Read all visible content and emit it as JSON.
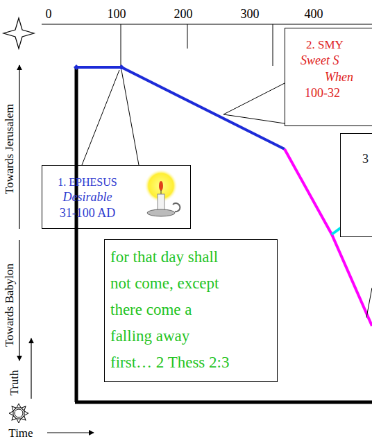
{
  "diagram": {
    "nodes": [
      {
        "text": [
          "1. EPHESUS",
          "Desirable",
          "31-100 AD"
        ]
      },
      {
        "text": [
          "2. SMY",
          "Sweet S",
          "When",
          "100-32"
        ]
      },
      {
        "text": [
          "3"
        ]
      },
      {
        "text": [
          "for that day shall not come, except there come a falling away first… 2 Thess 2:3"
        ]
      }
    ],
    "labels": [
      "0",
      "100",
      "200",
      "300",
      "400",
      "Towards Jerusalem",
      "Towards Babylon",
      "Truth",
      "Time"
    ]
  }
}
